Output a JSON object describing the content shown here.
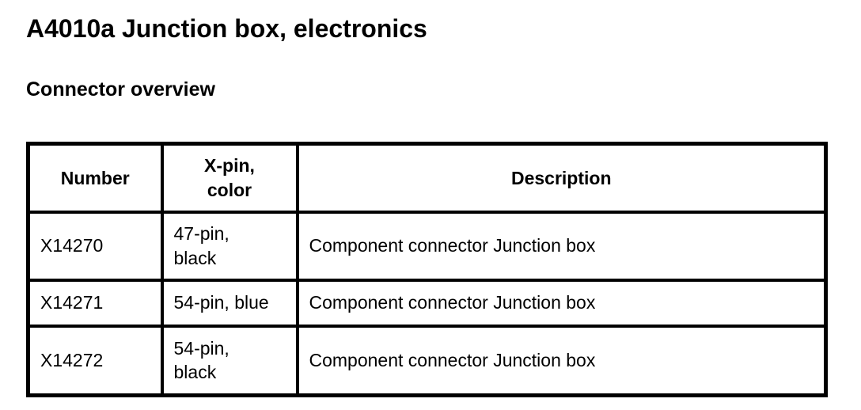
{
  "page": {
    "title": "A4010a Junction box, electronics",
    "section_heading": "Connector overview"
  },
  "table": {
    "columns": [
      {
        "label": "Number"
      },
      {
        "label": "X-pin,\ncolor"
      },
      {
        "label": "Description"
      }
    ],
    "rows": [
      {
        "number": "X14270",
        "pin_color": "47-pin,\nblack",
        "description": "Component connector Junction box"
      },
      {
        "number": "X14271",
        "pin_color": "54-pin, blue",
        "description": "Component connector Junction box"
      },
      {
        "number": "X14272",
        "pin_color": "54-pin,\nblack",
        "description": "Component connector Junction box"
      }
    ]
  },
  "colors": {
    "text": "#000000",
    "background": "#ffffff",
    "table_border": "#000000"
  }
}
